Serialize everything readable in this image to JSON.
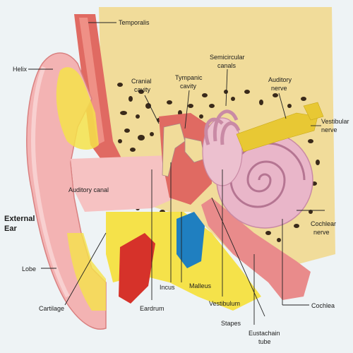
{
  "diagram": {
    "labels": {
      "temporalis": "Temporalis",
      "helix": "Helix",
      "cranial_cavity_1": "Cranial",
      "cranial_cavity_2": "cavity",
      "tympanic_cavity_1": "Tympanic",
      "tympanic_cavity_2": "cavity",
      "semicircular_canals_1": "Semicircular",
      "semicircular_canals_2": "canals",
      "auditory_nerve_1": "Auditory",
      "auditory_nerve_2": "nerve",
      "vestibular_nerve_1": "Vestibular",
      "vestibular_nerve_2": "nerve",
      "auditory_canal": "Auditory canal",
      "external_ear_1": "External",
      "external_ear_2": "Ear",
      "cochlear_nerve_1": "Cochlear",
      "cochlear_nerve_2": "nerve",
      "lobe": "Lobe",
      "incus": "Incus",
      "malleus": "Malleus",
      "cochlea": "Cochlea",
      "eardrum": "Eardrum",
      "vestibulum": "Vestibulum",
      "cartilage": "Cartilage",
      "stapes": "Stapes",
      "eustachian_tube_1": "Eustachain",
      "eustachian_tube_2": "tube"
    },
    "colors": {
      "background": "#eef3f5",
      "bone": "#f1dc9a",
      "skin": "#f3b3b3",
      "muscle": "#e06a62",
      "fat": "#f5e24a",
      "cochlea": "#e9b6c9",
      "nerve": "#e8c834",
      "blood": "#1f7fc0",
      "red": "#d6322a"
    }
  }
}
